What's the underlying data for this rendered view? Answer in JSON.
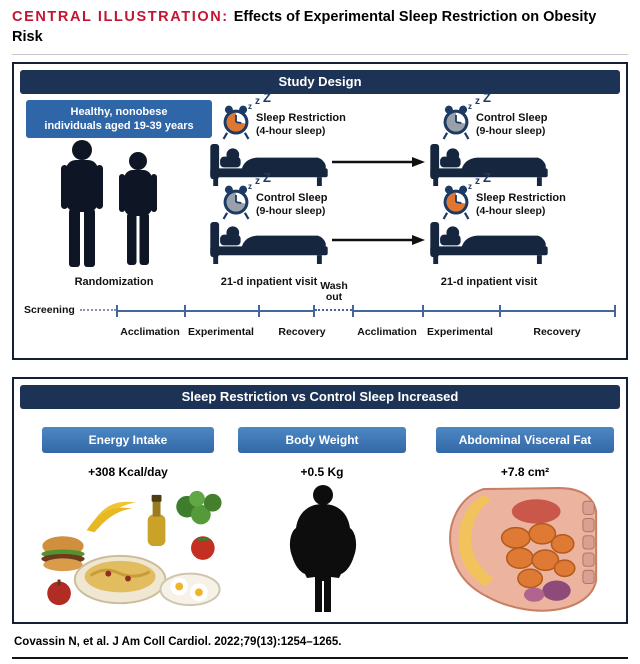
{
  "header": {
    "label": "CENTRAL ILLUSTRATION:",
    "title": "Effects of Experimental Sleep Restriction on Obesity Risk"
  },
  "study_design": {
    "title": "Study Design",
    "population_line1": "Healthy, nonobese",
    "population_line2": "individuals aged 19-39 years",
    "randomization": "Randomization",
    "zzz": [
      "z",
      "z",
      "Z"
    ],
    "arms": {
      "first_top": {
        "name": "Sleep Restriction",
        "detail": "(4-hour sleep)"
      },
      "first_bottom": {
        "name": "Control Sleep",
        "detail": "(9-hour sleep)"
      },
      "second_top": {
        "name": "Control Sleep",
        "detail": "(9-hour sleep)"
      },
      "second_bottom": {
        "name": "Sleep Restriction",
        "detail": "(4-hour sleep)"
      }
    },
    "inpatient_left": "21-d inpatient visit",
    "inpatient_right": "21-d inpatient visit",
    "screening": "Screening",
    "washout_line1": "Wash",
    "washout_line2": "out",
    "phases": [
      "Acclimation",
      "Experimental",
      "Recovery",
      "Acclimation",
      "Experimental",
      "Recovery"
    ]
  },
  "results": {
    "title": "Sleep Restriction vs Control Sleep Increased",
    "columns": [
      {
        "label": "Energy Intake",
        "value": "+308 Kcal/day",
        "illustration": "food-collage"
      },
      {
        "label": "Body Weight",
        "value": "+0.5 Kg",
        "illustration": "obese-person-silhouette"
      },
      {
        "label": "Abdominal Visceral Fat",
        "value": "+7.8 cm²",
        "illustration": "abdominal-cross-section"
      }
    ]
  },
  "footer": {
    "citation": "Covassin N, et al. J Am Coll Cardiol. 2022;79(13):1254–1265."
  },
  "colors": {
    "accent_red": "#c41431",
    "banner_navy": "#1d3356",
    "box_blue": "#2e66a8",
    "column_blue": "#3c79b6",
    "clock_restriction_orange": "#e0762f",
    "clock_control_gray": "#98a0ab"
  }
}
